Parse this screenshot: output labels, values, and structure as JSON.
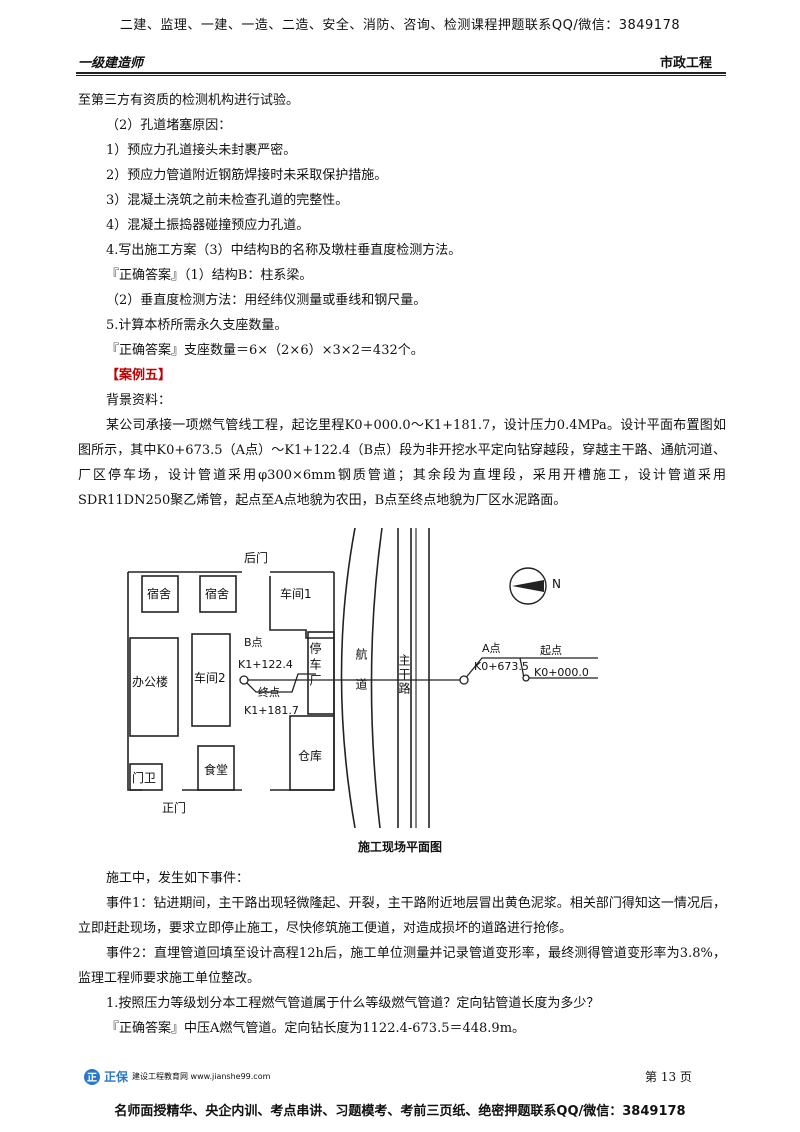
{
  "banner": {
    "top": "二建、监理、一建、一造、二造、安全、消防、咨询、检测课程押题联系QQ/微信：3849178",
    "bottom": "名师面授精华、央企内训、考点串讲、习题模考、考前三页纸、绝密押题联系QQ/微信：3849178"
  },
  "header": {
    "left": "一级建造师",
    "right": "市政工程"
  },
  "body_lines": [
    "至第三方有资质的检测机构进行试验。",
    "（2）孔道堵塞原因：",
    "1）预应力孔道接头未封裹严密。",
    "2）预应力管道附近钢筋焊接时未采取保护措施。",
    "3）混凝土浇筑之前未检查孔道的完整性。",
    "4）混凝土振捣器碰撞预应力孔道。",
    "4.写出施工方案（3）中结构B的名称及墩柱垂直度检测方法。",
    "『正确答案』（1）结构B：柱系梁。",
    "（2）垂直度检测方法：用经纬仪测量或垂线和钢尺量。",
    "5.计算本桥所需永久支座数量。",
    "『正确答案』支座数量＝6×（2×6）×3×2＝432个。"
  ],
  "case_title": "【案例五】",
  "background_label": "背景资料：",
  "background_para": "某公司承接一项燃气管线工程，起讫里程K0+000.0～K1+181.7，设计压力0.4MPa。设计平面布置图如图所示，其中K0+673.5（A点）～K1+122.4（B点）段为非开挖水平定向钻穿越段，穿越主干路、通航河道、厂区停车场，设计管道采用φ300×6mm钢质管道；其余段为直埋段，采用开槽施工，设计管道采用SDR11DN250聚乙烯管，起点至A点地貌为农田，B点至终点地貌为厂区水泥路面。",
  "figure": {
    "caption": "施工现场平面图",
    "labels": {
      "back_gate": "后门",
      "dorm1": "宿舍",
      "dorm2": "宿舍",
      "workshop1": "车间1",
      "office": "办公楼",
      "workshop2": "车间2",
      "parking": "停车厂",
      "canteen": "食堂",
      "warehouse": "仓库",
      "guard": "门卫",
      "main_gate": "正门",
      "channel": "航道",
      "main_road": "主干路",
      "point_b": "B点",
      "point_b_km": "K1+122.4",
      "end_point": "终点",
      "end_point_km": "K1+181.7",
      "point_a": "A点",
      "point_a_km": "K0+673.5",
      "start_point": "起点",
      "start_point_km": "K0+000.0",
      "north": "N"
    }
  },
  "lower_lines": [
    "施工中，发生如下事件：",
    "事件1：钻进期间，主干路出现轻微隆起、开裂，主干路附近地层冒出黄色泥浆。相关部门得知这一情况后，立即赶赴现场，要求立即停止施工，尽快修筑施工便道，对造成损坏的道路进行抢修。",
    "事件2：直埋管道回填至设计高程12h后，施工单位测量并记录管道变形率，最终测得管道变形率为3.8%，监理工程师要求施工单位整改。",
    "1.按照压力等级划分本工程燃气管道属于什么等级燃气管道？定向钻管道长度为多少？",
    "『正确答案』中压A燃气管道。定向钻长度为1122.4-673.5＝448.9m。"
  ],
  "footer": {
    "logo_mark": "正",
    "brand": "正保",
    "site_text": "建设工程教育网 www.jianshe99.com",
    "page": "第 13 页"
  }
}
